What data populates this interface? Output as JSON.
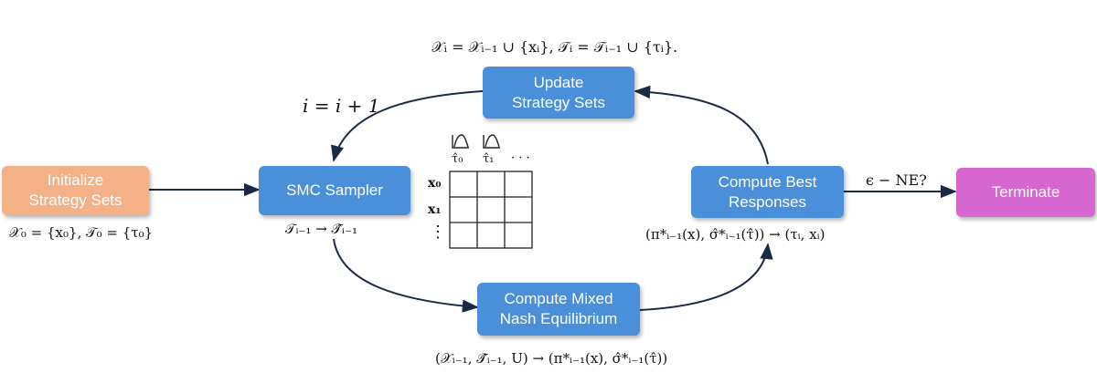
{
  "colors": {
    "blue_box": "#4a8fd9",
    "orange_box": "#f4b086",
    "pink_box": "#d667d0",
    "arrow": "#1b2a44"
  },
  "nodes": {
    "initialize": "Initialize\nStrategy Sets",
    "smc": "SMC Sampler",
    "update": "Update\nStrategy Sets",
    "mixed": "Compute Mixed\nNash Equilibrium",
    "best": "Compute Best\nResponses",
    "terminate": "Terminate"
  },
  "edge_labels": {
    "increment": "i = i + 1",
    "ne_check": "ϵ − NE?"
  },
  "matrix": {
    "col_headers": [
      "τ̂₀",
      "τ̂₁",
      "· · ·"
    ],
    "row_headers": [
      "x₀",
      "x₁",
      "⋮"
    ]
  },
  "equations": {
    "update_sets": "𝒳ᵢ = 𝒳ᵢ₋₁ ∪ {xᵢ}, 𝒯ᵢ = 𝒯ᵢ₋₁ ∪ {τᵢ}.",
    "init_sets": "𝒳₀ = {x₀}, 𝒯₀ = {τ₀}",
    "smc_step": "𝒯ᵢ₋₁ → 𝒯̂ᵢ₋₁",
    "best_step": "(π*ᵢ₋₁(x), σ̂*ᵢ₋₁(τ̂)) → (τᵢ, xᵢ)",
    "mixed_step": "(𝒳ᵢ₋₁, 𝒯̂ᵢ₋₁, U) → (π*ᵢ₋₁(x), σ̂*ᵢ₋₁(τ̂))"
  }
}
